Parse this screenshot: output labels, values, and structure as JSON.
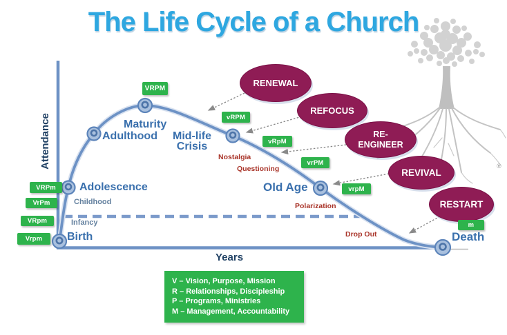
{
  "diagram": {
    "title": "The Life Cycle of a Church",
    "y_axis_label": "Attendance",
    "x_axis_label": "Years",
    "stages": {
      "birth": "Birth",
      "infancy": "Infancy",
      "childhood": "Childhood",
      "adolescence": "Adolescence",
      "adulthood": "Adulthood",
      "maturity": "Maturity",
      "midlife_line1": "Mid-life",
      "midlife_line2": "Crisis",
      "old_age": "Old Age",
      "death": "Death"
    },
    "growth_labels": {
      "level_1": "Vrpm",
      "level_2": "VRpm",
      "level_3": "VrPm",
      "level_4": "VRPm",
      "peak": "VRPM"
    },
    "decline_labels": {
      "stage_1": "vRPM",
      "stage_2": "vRpM",
      "stage_3": "vrPM",
      "stage_4": "vrpM",
      "stage_5": "m"
    },
    "decline_warnings": {
      "nostalgia": "Nostalgia",
      "questioning": "Questioning",
      "polarization": "Polarization",
      "drop_out": "Drop Out"
    },
    "interventions": {
      "renewal": "RENEWAL",
      "refocus": "REFOCUS",
      "reengineer_line1": "RE-",
      "reengineer_line2": "ENGINEER",
      "revival": "REVIVAL",
      "restart": "RESTART"
    },
    "legend": {
      "items": [
        {
          "letter": "V",
          "rest": "– Vision, Purpose, Mission"
        },
        {
          "letter": "R",
          "rest": "– Relationships, Discipleship"
        },
        {
          "letter": "P",
          "rest": "– Programs, Ministries"
        },
        {
          "letter": "M",
          "rest": "– Management, Accountability"
        }
      ]
    },
    "watermark_mark": "®",
    "colors": {
      "title_blue": "#2ea7e0",
      "curve_blue": "#6e92c5",
      "label_green": "#2eb34c",
      "intervention_maroon": "#8f1c55",
      "warning_red": "#a93429",
      "stage_blue": "#3a70ad",
      "axis_navy": "#1f4063"
    }
  }
}
